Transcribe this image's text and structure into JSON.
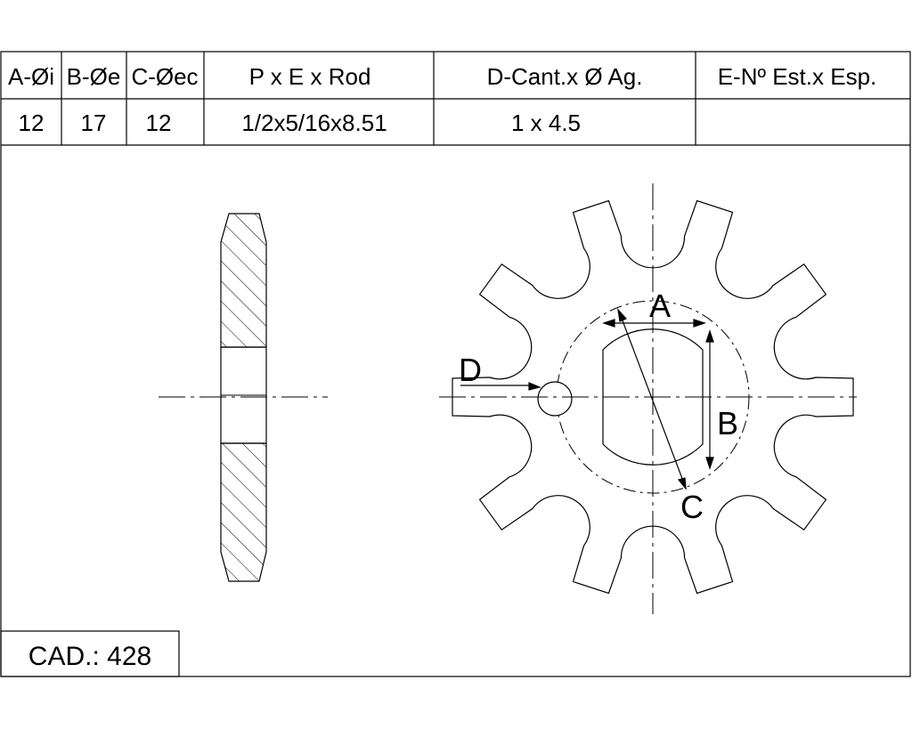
{
  "spec_table": {
    "headers": [
      "A-Øi",
      "B-Øe",
      "C-Øec",
      "P x E x Rod",
      "D-Cant.x Ø Ag.",
      "E-Nº Est.x Esp."
    ],
    "values": [
      "12",
      "17",
      "12",
      "1/2x5/16x8.51",
      "1 x 4.5",
      ""
    ]
  },
  "drawing": {
    "dimension_labels": {
      "a": "A",
      "b": "B",
      "c": "C",
      "d": "D"
    },
    "tooth_count": 10
  },
  "footer": {
    "cad_label": "CAD.: 428"
  },
  "colors": {
    "line": "#000000",
    "background": "#ffffff"
  }
}
